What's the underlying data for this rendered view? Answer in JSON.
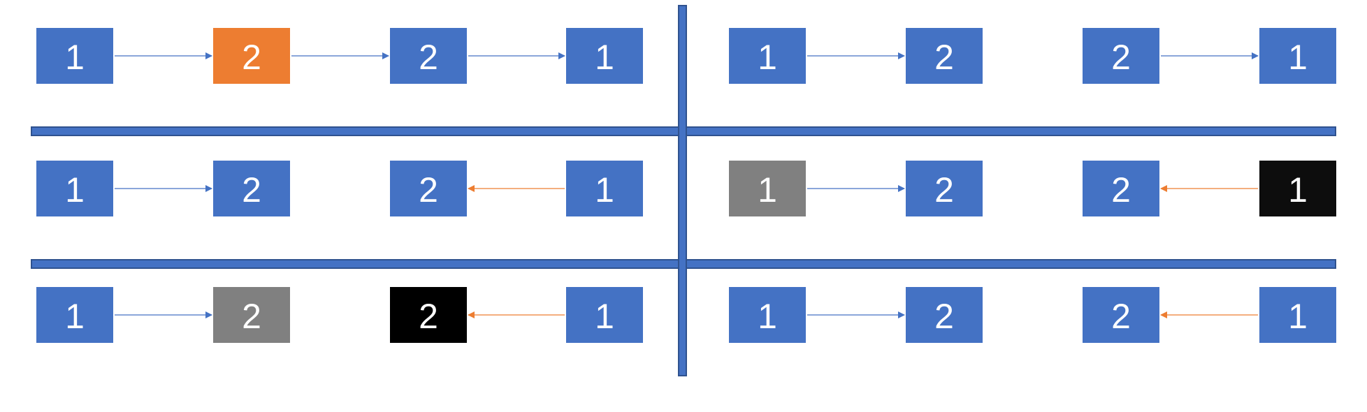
{
  "colors": {
    "blue": "#4472C4",
    "orange": "#ED7D31",
    "gray": "#808080",
    "black": "#000000",
    "black_alt": "#0D0D0D",
    "divider_fill": "#4472C4",
    "divider_stroke": "#2F528F",
    "arrow_blue": "#4472C4",
    "arrow_orange": "#ED7D31"
  },
  "panels": [
    {
      "id": "top-left",
      "boxes": [
        {
          "label": "1",
          "color": "blue"
        },
        {
          "label": "2",
          "color": "orange"
        },
        {
          "label": "2",
          "color": "blue"
        },
        {
          "label": "1",
          "color": "blue"
        }
      ],
      "arrows": [
        {
          "from": 0,
          "to": 1,
          "color": "arrow_blue"
        },
        {
          "from": 1,
          "to": 2,
          "color": "arrow_blue"
        },
        {
          "from": 2,
          "to": 3,
          "color": "arrow_blue"
        }
      ]
    },
    {
      "id": "top-right",
      "boxes": [
        {
          "label": "1",
          "color": "blue"
        },
        {
          "label": "2",
          "color": "blue"
        },
        {
          "label": "2",
          "color": "blue"
        },
        {
          "label": "1",
          "color": "blue"
        }
      ],
      "arrows": [
        {
          "from": 0,
          "to": 1,
          "color": "arrow_blue"
        },
        {
          "from": 2,
          "to": 3,
          "color": "arrow_blue"
        }
      ]
    },
    {
      "id": "middle-left",
      "boxes": [
        {
          "label": "1",
          "color": "blue"
        },
        {
          "label": "2",
          "color": "blue"
        },
        {
          "label": "2",
          "color": "blue"
        },
        {
          "label": "1",
          "color": "blue"
        }
      ],
      "arrows": [
        {
          "from": 0,
          "to": 1,
          "color": "arrow_blue"
        },
        {
          "from": 3,
          "to": 2,
          "color": "arrow_orange"
        }
      ]
    },
    {
      "id": "middle-right",
      "boxes": [
        {
          "label": "1",
          "color": "gray"
        },
        {
          "label": "2",
          "color": "blue"
        },
        {
          "label": "2",
          "color": "blue"
        },
        {
          "label": "1",
          "color": "black_alt"
        }
      ],
      "arrows": [
        {
          "from": 0,
          "to": 1,
          "color": "arrow_blue"
        },
        {
          "from": 3,
          "to": 2,
          "color": "arrow_orange"
        }
      ]
    },
    {
      "id": "bottom-left",
      "boxes": [
        {
          "label": "1",
          "color": "blue"
        },
        {
          "label": "2",
          "color": "gray"
        },
        {
          "label": "2",
          "color": "black"
        },
        {
          "label": "1",
          "color": "blue"
        }
      ],
      "arrows": [
        {
          "from": 0,
          "to": 1,
          "color": "arrow_blue"
        },
        {
          "from": 3,
          "to": 2,
          "color": "arrow_orange"
        }
      ]
    },
    {
      "id": "bottom-right",
      "boxes": [
        {
          "label": "1",
          "color": "blue"
        },
        {
          "label": "2",
          "color": "blue"
        },
        {
          "label": "2",
          "color": "blue"
        },
        {
          "label": "1",
          "color": "blue"
        }
      ],
      "arrows": [
        {
          "from": 0,
          "to": 1,
          "color": "arrow_blue"
        },
        {
          "from": 3,
          "to": 2,
          "color": "arrow_orange"
        }
      ]
    }
  ]
}
